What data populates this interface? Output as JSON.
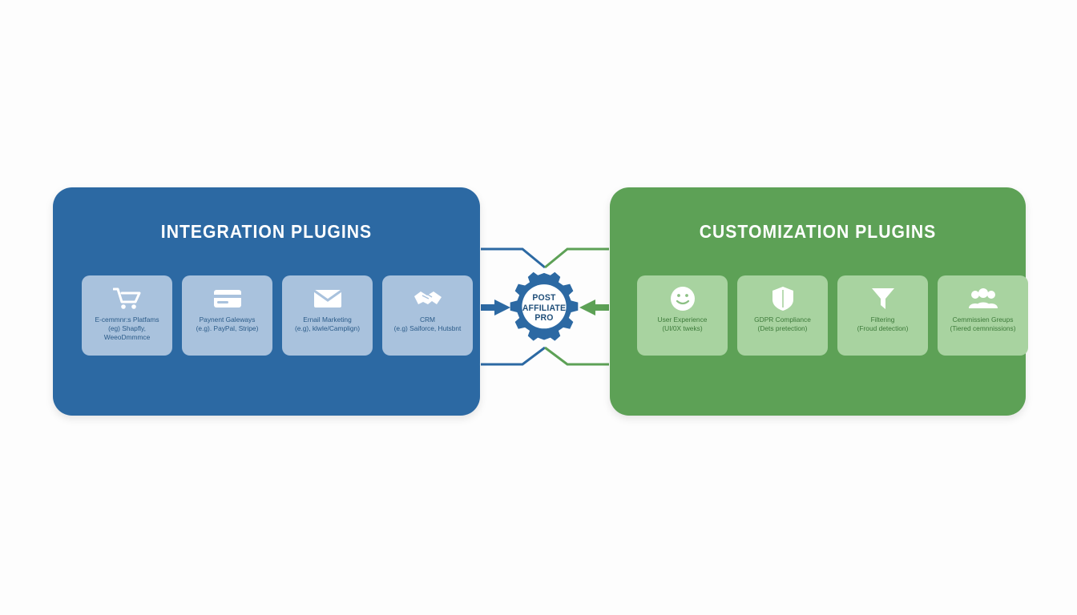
{
  "diagram": {
    "title_left": "INTEGRATION PLUGINS",
    "title_right": "CUSTOMIZATION PLUGINS",
    "hub": {
      "line1": "POST",
      "line2": "AFFILIATE",
      "line3": "PRO"
    },
    "colors": {
      "panel_left": "#2c69a3",
      "panel_right": "#5da156",
      "card_left": "#a9c2dd",
      "card_right": "#a8d3a0",
      "label_left": "#2b5b88",
      "label_right": "#3d7a3a",
      "hub_gear": "#2c69a3",
      "hub_text": "#1f4e79",
      "arrow_left": "#2c69a3",
      "arrow_right": "#5da156",
      "background": "#fdfdfd"
    }
  },
  "left_panel": {
    "cards": [
      {
        "icon": "shopping-cart-icon",
        "title": "E-cemmnr:s Platfams",
        "sub1": "(eg) Shapfly,",
        "sub2": "WeeoDmmmce"
      },
      {
        "icon": "credit-card-icon",
        "title": "Paynent Galeways",
        "sub1": "(e.g). PayPal, Stripe)",
        "sub2": ""
      },
      {
        "icon": "envelope-icon",
        "title": "Ernail Marketing",
        "sub1": "(e.g), klwle/Camplign)",
        "sub2": ""
      },
      {
        "icon": "handshake-icon",
        "title": "CRM",
        "sub1": "(e.g) Saiforce, Hutsbnt",
        "sub2": ""
      }
    ]
  },
  "right_panel": {
    "cards": [
      {
        "icon": "smiley-face-icon",
        "title": "User Experience",
        "sub1": "(UI/0X tweks)",
        "sub2": ""
      },
      {
        "icon": "shield-icon",
        "title": "GDPR Compliance",
        "sub1": "(Dets pretection)",
        "sub2": ""
      },
      {
        "icon": "funnel-filter-icon",
        "title": "Filtering",
        "sub1": "(Froud detection)",
        "sub2": ""
      },
      {
        "icon": "users-group-icon",
        "title": "Cemmissien Greups",
        "sub1": "(Tiered cemnnissions)",
        "sub2": ""
      }
    ]
  }
}
